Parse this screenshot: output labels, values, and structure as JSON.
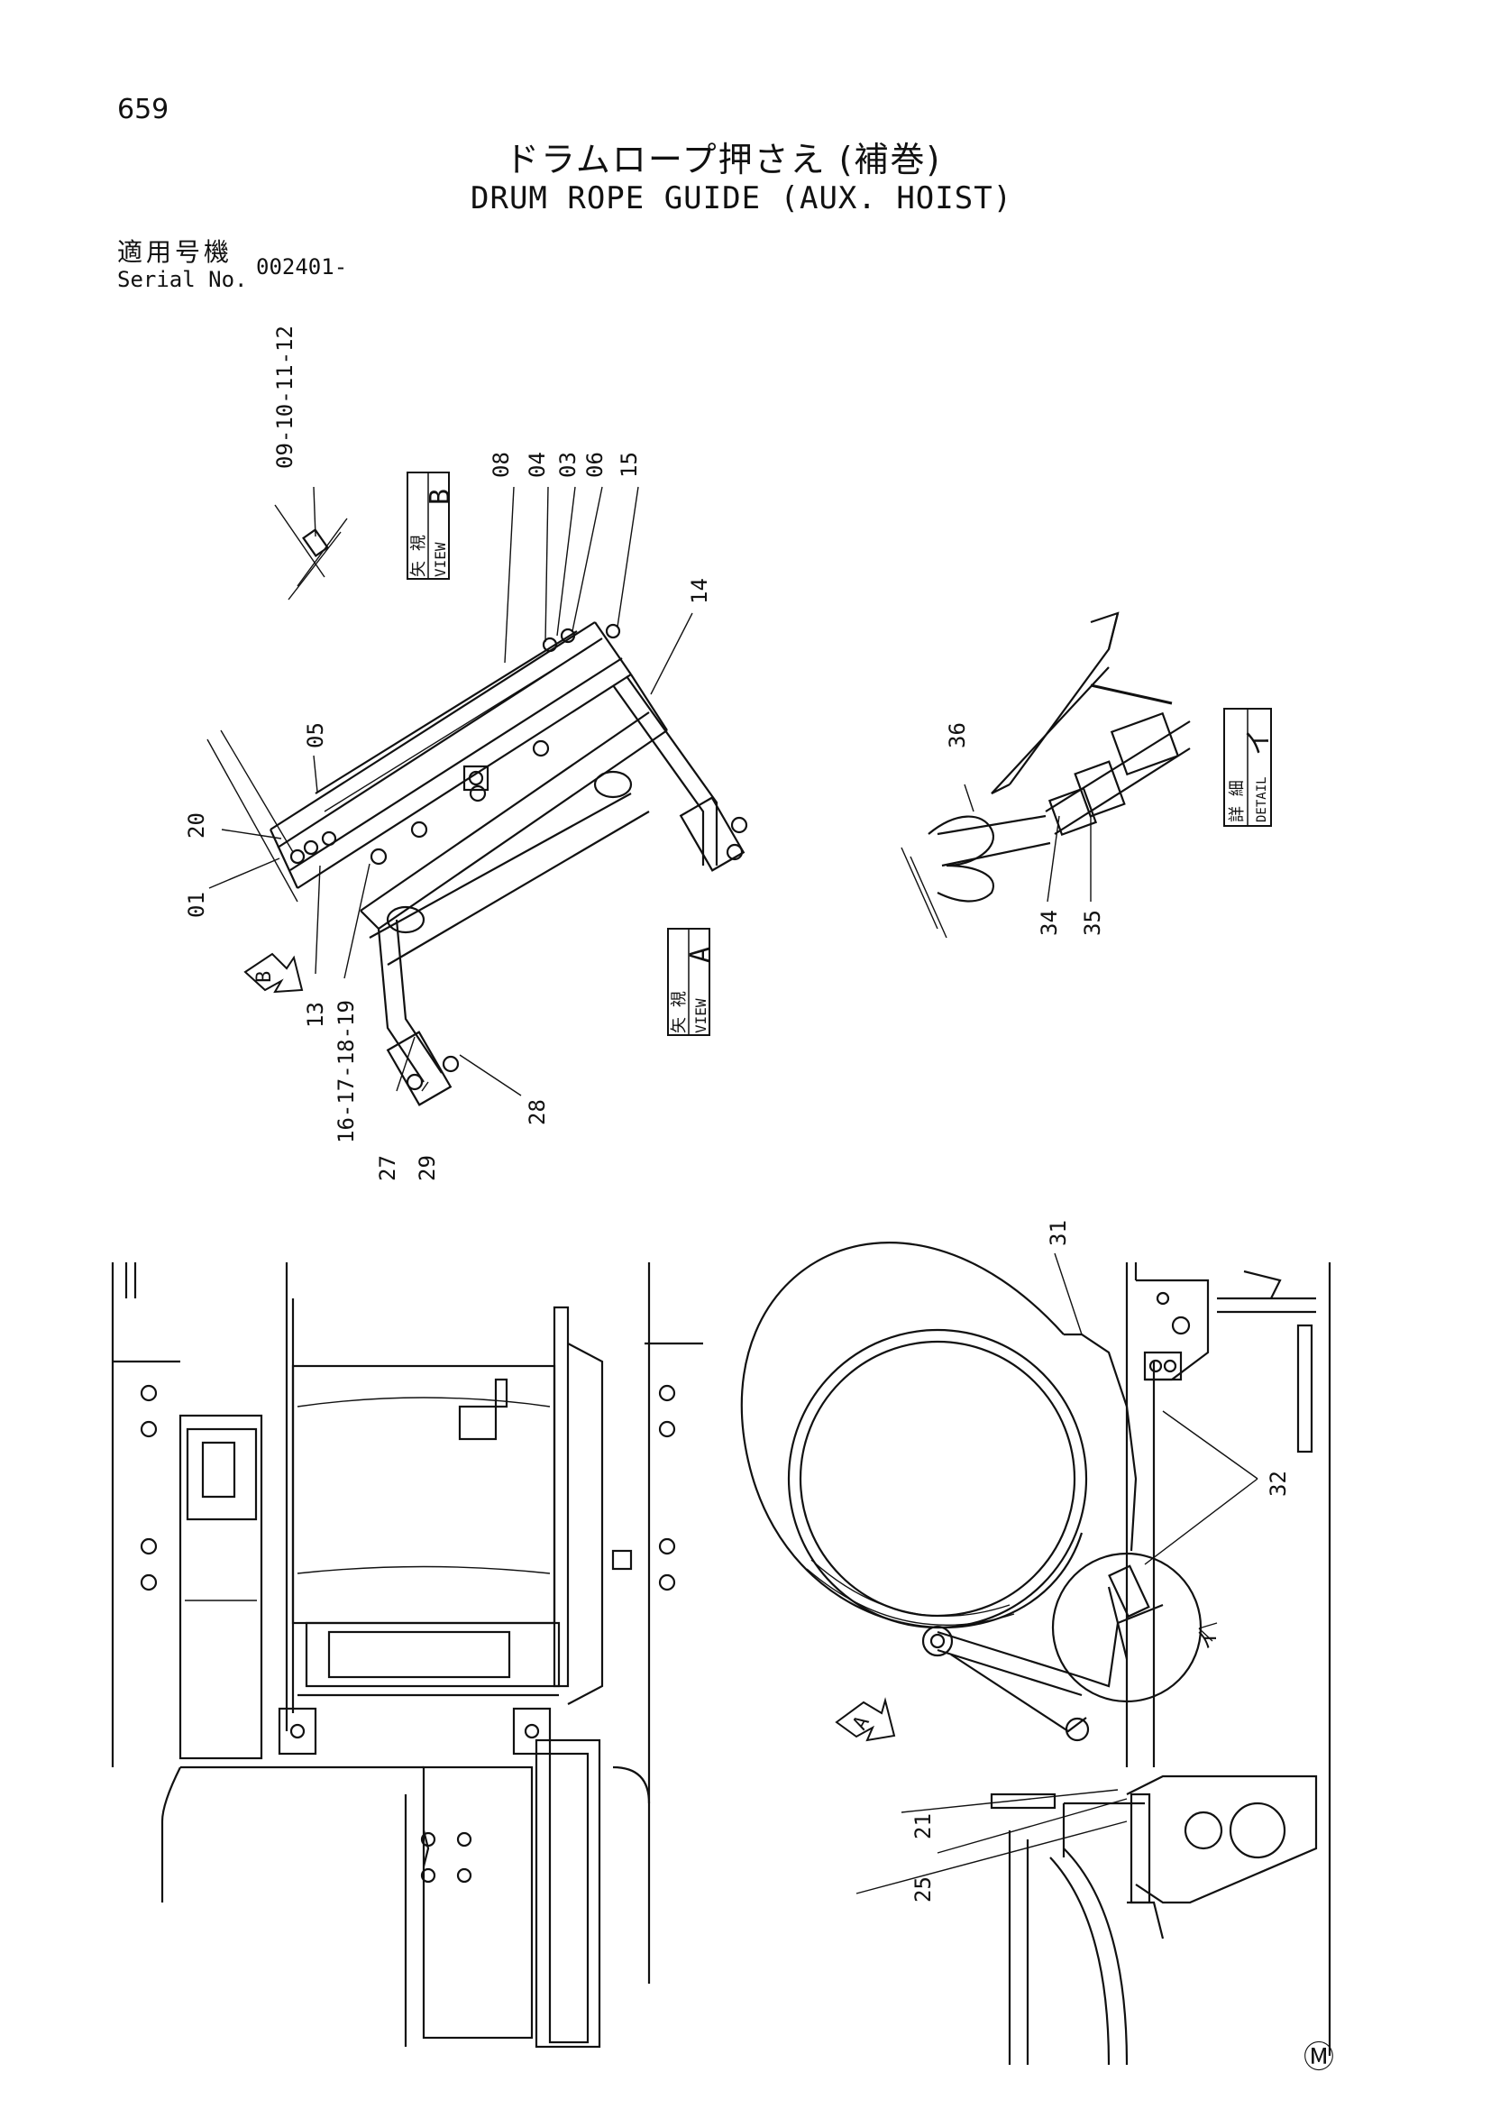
{
  "header": {
    "page_number": "659",
    "title_jp": "ドラムロープ押さえ (補巻)",
    "title_en": "DRUM ROPE GUIDE (AUX. HOIST)",
    "serial_label_jp": "適用号機",
    "serial_label_en": "Serial No.",
    "serial_value": "002401-"
  },
  "views": {
    "view_b": {
      "jp": "矢 視",
      "en": "VIEW",
      "letter": "B"
    },
    "view_a": {
      "jp": "矢 視",
      "en": "VIEW",
      "letter": "A"
    },
    "detail_i": {
      "jp": "詳 細",
      "en": "DETAIL",
      "letter": "イ"
    }
  },
  "arrows": {
    "arrow_b": "B",
    "arrow_a": "A",
    "detail_marker": "イ"
  },
  "part_labels": {
    "p09_10_11_12": "09-10-11-12",
    "p08": "08",
    "p04": "04",
    "p03": "03",
    "p06": "06",
    "p15": "15",
    "p14": "14",
    "p05": "05",
    "p20": "20",
    "p01": "01",
    "p13": "13",
    "p16_19": "16-17-18-19",
    "p27": "27",
    "p29": "29",
    "p28": "28",
    "p36": "36",
    "p34": "34",
    "p35": "35",
    "p31": "31",
    "p32": "32",
    "p21": "21",
    "p25": "25"
  },
  "footer": {
    "mark": "Ⓜ"
  }
}
